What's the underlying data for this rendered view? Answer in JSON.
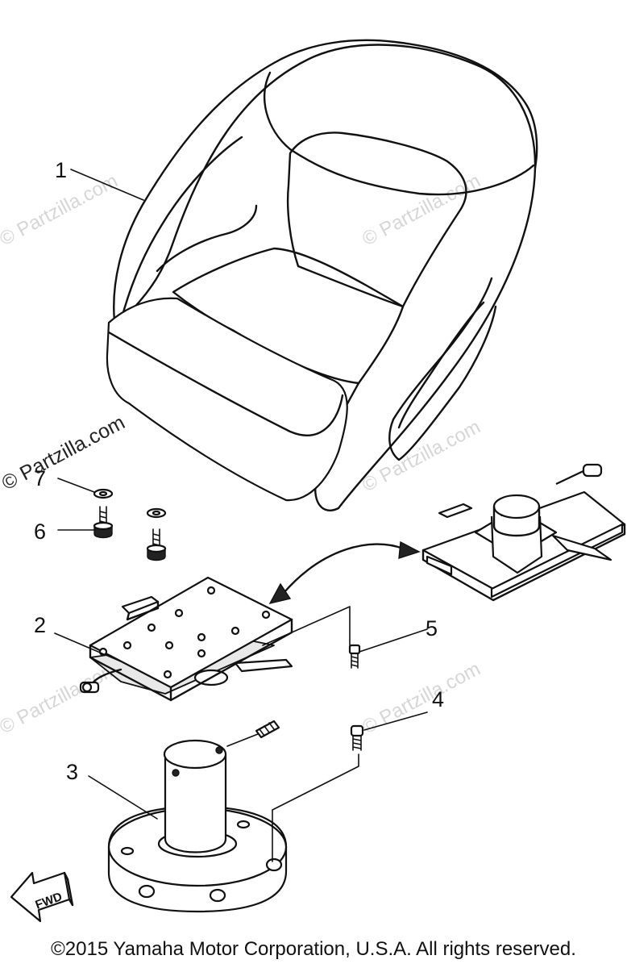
{
  "callouts": [
    "1",
    "2",
    "3",
    "4",
    "5",
    "6",
    "7"
  ],
  "watermark": "© Partzilla.com",
  "fwd_label": "FWD",
  "copyright": "©2015 Yamaha Motor Corporation, U.S.A. All rights reserved."
}
